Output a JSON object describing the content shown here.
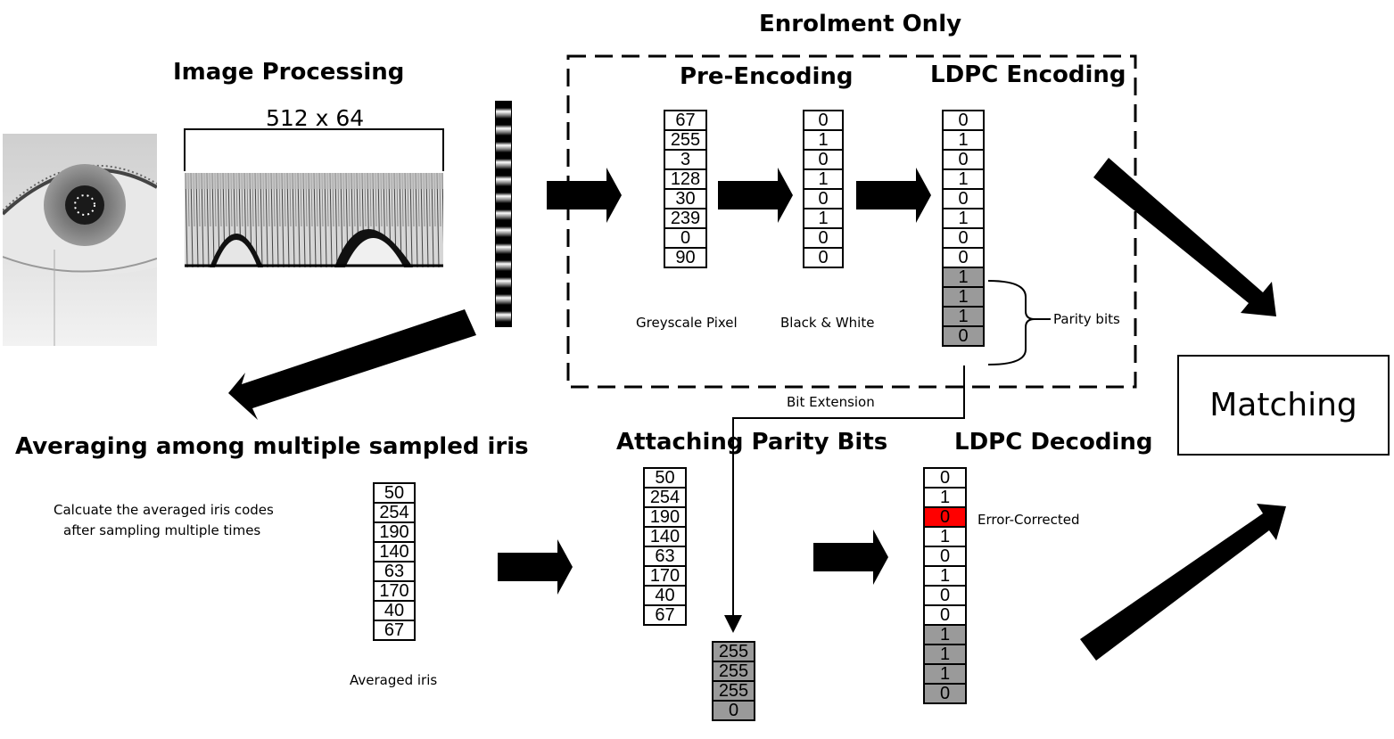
{
  "titles": {
    "enrolment_only": "Enrolment Only",
    "image_processing": "Image Processing",
    "pre_encoding": "Pre-Encoding",
    "ldpc_encoding": "LDPC Encoding",
    "averaging": "Averaging among multiple sampled iris",
    "attaching_parity": "Attaching Parity Bits",
    "ldpc_decoding": "LDPC Decoding",
    "matching": "Matching"
  },
  "labels": {
    "dimensions": "512 x 64",
    "greyscale_pixel": "Greyscale Pixel",
    "black_white": "Black & White",
    "parity_bits": "Parity bits",
    "bit_extension": "Bit Extension",
    "averaging_desc_line1": "Calcuate the averaged iris codes",
    "averaging_desc_line2": "after sampling multiple times",
    "averaged_iris": "Averaged  iris",
    "error_corrected": "Error-Corrected"
  },
  "columns": {
    "greyscale": [
      "67",
      "255",
      "3",
      "128",
      "30",
      "239",
      "0",
      "90"
    ],
    "black_white": [
      "0",
      "1",
      "0",
      "1",
      "0",
      "1",
      "0",
      "0"
    ],
    "ldpc_encoded": [
      "0",
      "1",
      "0",
      "1",
      "0",
      "1",
      "0",
      "0",
      "1",
      "1",
      "1",
      "0"
    ],
    "averaged": [
      "50",
      "254",
      "190",
      "140",
      "63",
      "170",
      "40",
      "67"
    ],
    "attached": [
      "50",
      "254",
      "190",
      "140",
      "63",
      "170",
      "40",
      "67"
    ],
    "parity_extended": [
      "255",
      "255",
      "255",
      "0"
    ],
    "ldpc_decoded": [
      "0",
      "1",
      "0",
      "1",
      "0",
      "1",
      "0",
      "0",
      "1",
      "1",
      "1",
      "0"
    ]
  },
  "colors": {
    "parity_gray": "#9a9a9a",
    "error_red": "#ff0000"
  }
}
